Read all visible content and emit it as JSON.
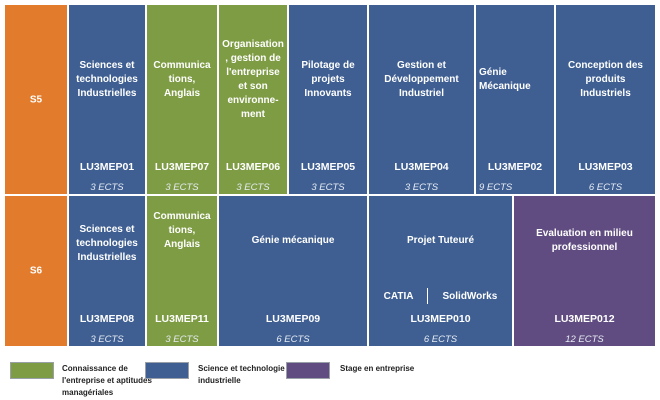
{
  "s5": {
    "label": "S5",
    "modules": [
      {
        "title": "Sciences et technologies Industrielles",
        "code": "LU3MEP01",
        "ects": "3 ECTS"
      },
      {
        "title": "Communica tions, Anglais",
        "code": "LU3MEP07",
        "ects": "3 ECTS"
      },
      {
        "title": "Organisation , gestion de l'entreprise et son environne- ment",
        "code": "LU3MEP06",
        "ects": "3 ECTS"
      },
      {
        "title": "Pilotage de projets Innovants",
        "code": "LU3MEP05",
        "ects": "3 ECTS"
      },
      {
        "title": "Gestion et Développement Industriel",
        "code": "LU3MEP04",
        "ects": "3 ECTS"
      },
      {
        "title": "Génie Mécanique",
        "code": "LU3MEP02",
        "ects": "9 ECTS"
      },
      {
        "title": "Conception des produits Industriels",
        "code": "LU3MEP03",
        "ects": "6 ECTS"
      }
    ]
  },
  "s6": {
    "label": "S6",
    "modules": [
      {
        "title": "Sciences et technologies Industrielles",
        "code": "LU3MEP08",
        "ects": "3 ECTS"
      },
      {
        "title": "Communica tions, Anglais",
        "code": "LU3MEP11",
        "ects": "3 ECTS"
      },
      {
        "title": "Génie mécanique",
        "code": "LU3MEP09",
        "ects": "6 ECTS"
      },
      {
        "title": "Projet Tuteuré",
        "code": "LU3MEP010",
        "ects": "6 ECTS",
        "tools": [
          "CATIA",
          "SolidWorks"
        ]
      },
      {
        "title": "Evaluation en milieu professionnel",
        "code": "LU3MEP012",
        "ects": "12 ECTS"
      }
    ]
  },
  "legend": [
    {
      "label": "Connaissance de l'entreprise et aptitudes managériales",
      "color": "#7e9c44"
    },
    {
      "label": "Science et technologie industrielle",
      "color": "#3f5f92"
    },
    {
      "label": "Stage en entreprise",
      "color": "#604c80"
    }
  ],
  "colors": {
    "semester": "#e27c2c",
    "science": "#3f5f92",
    "management": "#7e9c44",
    "internship": "#604c80"
  }
}
